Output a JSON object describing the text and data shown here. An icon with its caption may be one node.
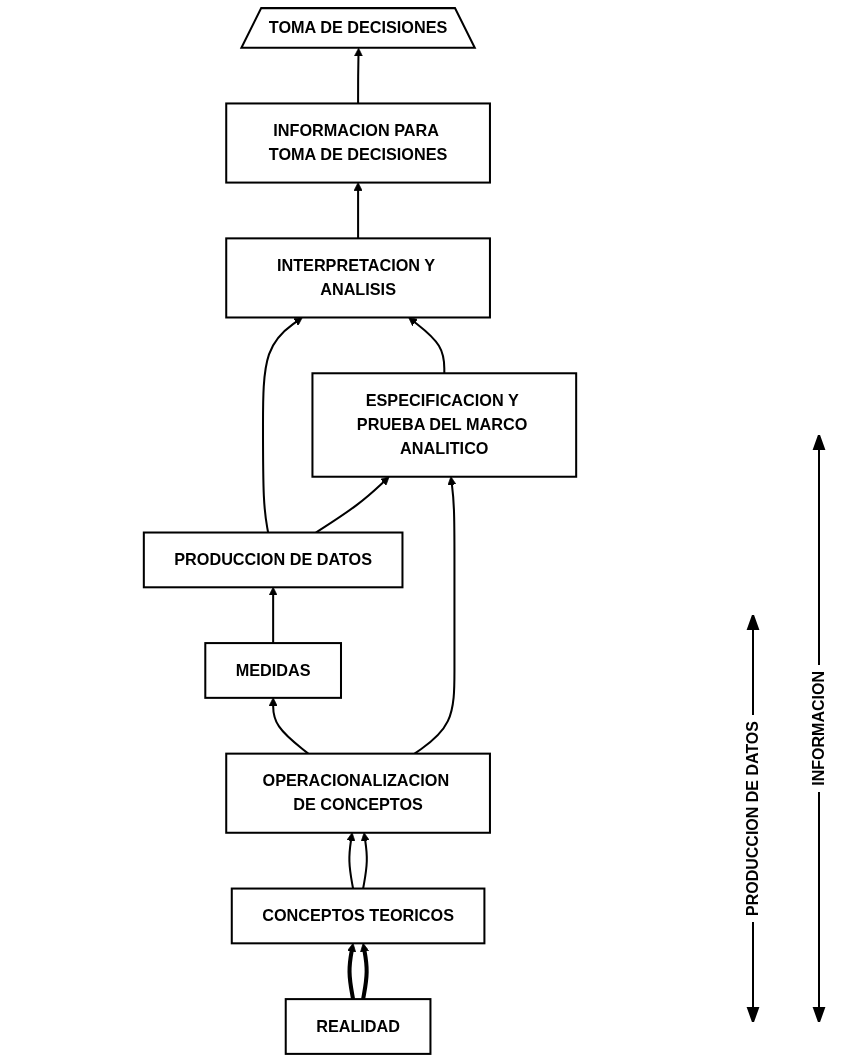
{
  "diagram": {
    "nodes": [
      {
        "text": [
          "TOMA DE DECISIONES"
        ]
      },
      {
        "text": [
          "INFORMACION PARA TOMA DE DECISIONES"
        ]
      },
      {
        "text": [
          "INTERPRETACION Y ANALISIS"
        ]
      },
      {
        "text": [
          "PRODUCCION DE DATOS"
        ]
      },
      {
        "text": [
          "ESPECIFICACION Y PRUEBA DEL MARCO ANALITICO"
        ]
      },
      {
        "text": [
          "MEDIDAS"
        ]
      },
      {
        "text": [
          "OPERACIONALIZACION DE CONCEPTOS"
        ]
      },
      {
        "text": [
          "CONCEPTOS TEORICOS"
        ]
      },
      {
        "text": [
          "REALIDAD"
        ]
      }
    ],
    "edges": [
      {
        "from": 1,
        "to": 0,
        "arrow": "to"
      },
      {
        "from": 2,
        "to": 1,
        "arrow": "to"
      },
      {
        "from": 3,
        "to": 2,
        "arrow": "to"
      },
      {
        "from": 4,
        "to": 2,
        "arrow": "to"
      },
      {
        "from": 3,
        "to": 4,
        "arrow": "to"
      },
      {
        "from": 5,
        "to": 3,
        "arrow": "to"
      },
      {
        "from": 6,
        "to": 5,
        "arrow": "to"
      },
      {
        "from": 6,
        "to": 4,
        "arrow": "to"
      },
      {
        "from": 7,
        "to": 6,
        "arrow": "to"
      },
      {
        "from": 7,
        "to": 6,
        "arrow": "to"
      },
      {
        "from": 8,
        "to": 7,
        "arrow": "to",
        "style": "thick"
      },
      {
        "from": 8,
        "to": 7,
        "arrow": "to",
        "style": "thick"
      }
    ],
    "labels": [
      "PRODUCCION DE DATOS",
      "INFORMACION"
    ]
  }
}
